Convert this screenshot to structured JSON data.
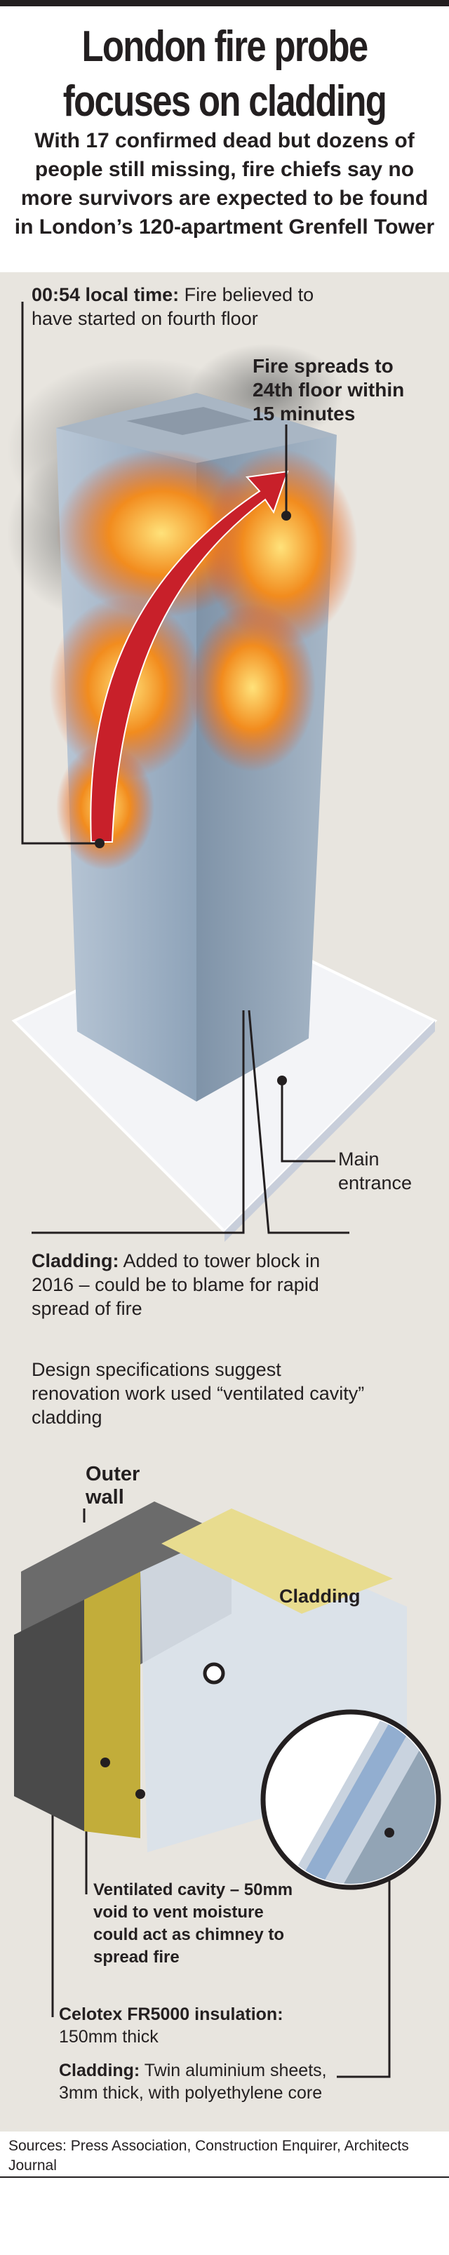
{
  "header": {
    "title_line1": "London fire probe",
    "title_line2": "focuses on cladding",
    "subtitle": "With 17 confirmed dead but dozens of people still missing, fire chiefs say no more survivors are expected to be found in London’s 120-apartment Grenfell Tower"
  },
  "tower": {
    "start_label_bold": "00:54 local time:",
    "start_label_text": " Fire believed to have started on fourth floor",
    "spread_label": "Fire spreads to 24th floor within 15 minutes",
    "entrance_label": "Main entrance",
    "cladding_bold": "Cladding:",
    "cladding_text": " Added to tower block in 2016 – could be to blame for rapid spread of fire",
    "design_text": "Design specifications suggest renovation work used “ventilated cavity” cladding"
  },
  "detail": {
    "outer_wall": "Outer wall",
    "cladding_tag": "Cladding",
    "cavity": "Ventilated cavity – 50mm void to vent moisture could act as chimney to spread fire",
    "celotex_bold": "Celotex FR5000 insulation:",
    "celotex_text": " 150mm thick",
    "cladding_bold": "Cladding:",
    "cladding_text": " Twin aluminium sheets, 3mm thick, with polyethylene core"
  },
  "sources": "Sources: Press Association, Construction Enquirer, Architects Journal",
  "colors": {
    "background": "#e8e5df",
    "fire": "#f28c1e",
    "arrow": "#c8202a",
    "insulation": "#c2ad3a",
    "cladding": "#d9e1ea"
  }
}
